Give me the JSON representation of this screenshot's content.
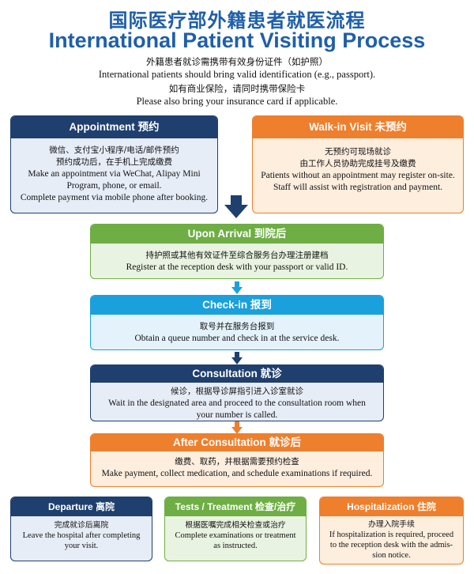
{
  "header": {
    "title_cn": "国际医疗部外籍患者就医流程",
    "title_en": "International Patient Visiting Process",
    "notes": [
      "外籍患者就诊需携带有效身份证件（如护照）",
      "International patients should bring valid identification (e.g., passport).",
      "如有商业保险，请同时携带保险卡",
      "Please also bring your insurance card if applicable."
    ]
  },
  "appointment": {
    "title": "Appointment 预约",
    "lines": [
      "微信、支付宝小程序/电话/邮件预约",
      "预约成功后，在手机上完成缴费",
      "Make an appointment via WeChat, Alipay Mini",
      "Program, phone, or email.",
      "Complete payment via mobile phone after booking."
    ]
  },
  "walkin": {
    "title": "Walk-in Visit 未预约",
    "lines": [
      "无预约可现场就诊",
      "由工作人员协助完成挂号及缴费",
      "Patients without an appointment may register on-site.",
      "Staff will assist with registration and payment."
    ]
  },
  "arrival": {
    "title": "Upon Arrival 到院后",
    "lines": [
      "持护照或其他有效证件至综合服务台办理注册建档",
      "Register at the reception desk with your passport or valid ID."
    ]
  },
  "checkin": {
    "title": "Check-in 报到",
    "lines": [
      "取号并在服务台报到",
      "Obtain a queue number and check in at the service desk."
    ]
  },
  "consultation": {
    "title": "Consultation 就诊",
    "lines": [
      "候诊，根据导诊屏指引进入诊室就诊",
      "Wait in the designated area and proceed to the consultation room when",
      "your number is called."
    ]
  },
  "after": {
    "title": "After Consultation 就诊后",
    "lines": [
      "缴费、取药，并根据需要预约检查",
      "Make payment, collect medication, and schedule examinations if required."
    ]
  },
  "departure": {
    "title": "Departure 离院",
    "lines": [
      "完成就诊后离院",
      "Leave the hospital after completing",
      "your visit."
    ]
  },
  "tests": {
    "title": "Tests / Treatment 检查/治疗",
    "lines": [
      "根据医嘱完成相关检查或治疗",
      "Complete examinations or treatment",
      "as instructed."
    ]
  },
  "hospitalization": {
    "title": "Hospitalization 住院",
    "lines": [
      "办理入院手续",
      "If hospitalization is required, proceed",
      "to the reception desk with the admis-",
      "sion notice."
    ]
  },
  "colors": {
    "navy": "#1f3f6e",
    "orange": "#ee7f2d",
    "green": "#6eae44",
    "cyan": "#1aa0dc",
    "title_blue": "#1f5fa8"
  },
  "icons": [
    "arrow-down-icon"
  ]
}
